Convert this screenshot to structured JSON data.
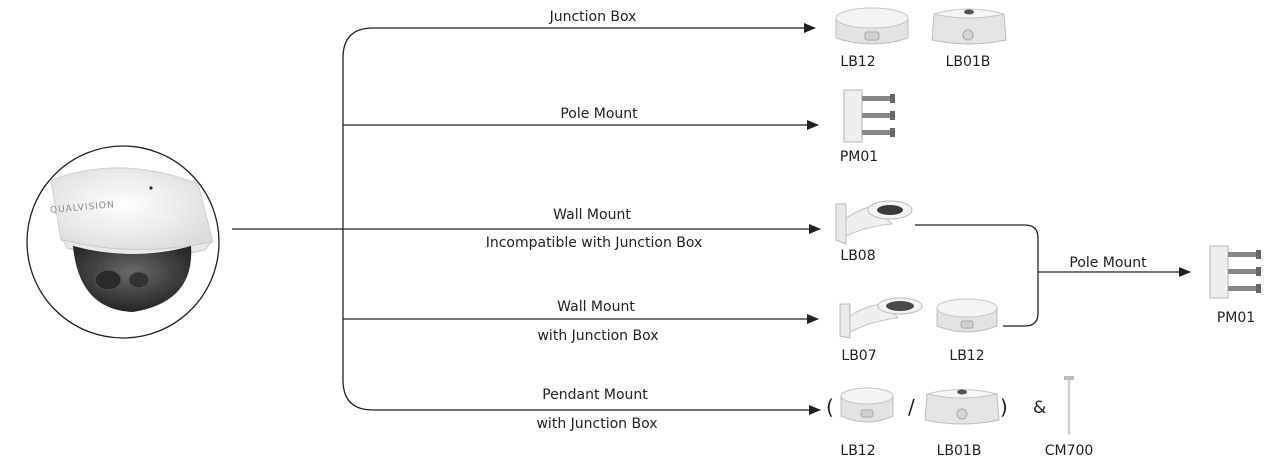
{
  "camera": {
    "brand": "QUALVISION"
  },
  "routes": [
    {
      "label": "Junction Box"
    },
    {
      "label": "Pole Mount"
    },
    {
      "label": "Wall Mount",
      "sublabel": "Incompatible with Junction Box"
    },
    {
      "label": "Wall Mount",
      "sublabel": "with Junction Box"
    },
    {
      "label": "Pendant Mount",
      "sublabel": "with Junction Box"
    },
    {
      "label": "Pole Mount"
    }
  ],
  "products": {
    "lb12_a": "LB12",
    "lb01b_a": "LB01B",
    "pm01_a": "PM01",
    "lb08": "LB08",
    "lb07": "LB07",
    "lb12_b": "LB12",
    "lb12_c": "LB12",
    "lb01b_b": "LB01B",
    "cm700": "CM700",
    "pm01_b": "PM01"
  },
  "symbols": {
    "open_paren": "(",
    "slash": "/",
    "close_paren": ")",
    "ampersand": "&"
  }
}
